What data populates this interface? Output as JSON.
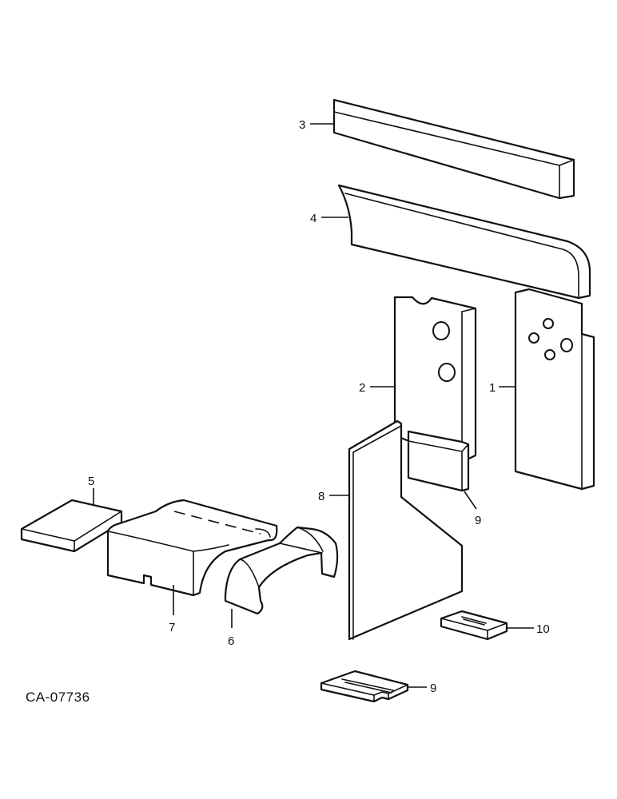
{
  "figure_id": "CA-07736",
  "callouts": {
    "part_1": "1",
    "part_2": "2",
    "part_3": "3",
    "part_4": "4",
    "part_5": "5",
    "part_6": "6",
    "part_7": "7",
    "part_8": "8",
    "part_9_upper": "9",
    "part_9_lower": "9",
    "part_10": "10"
  }
}
